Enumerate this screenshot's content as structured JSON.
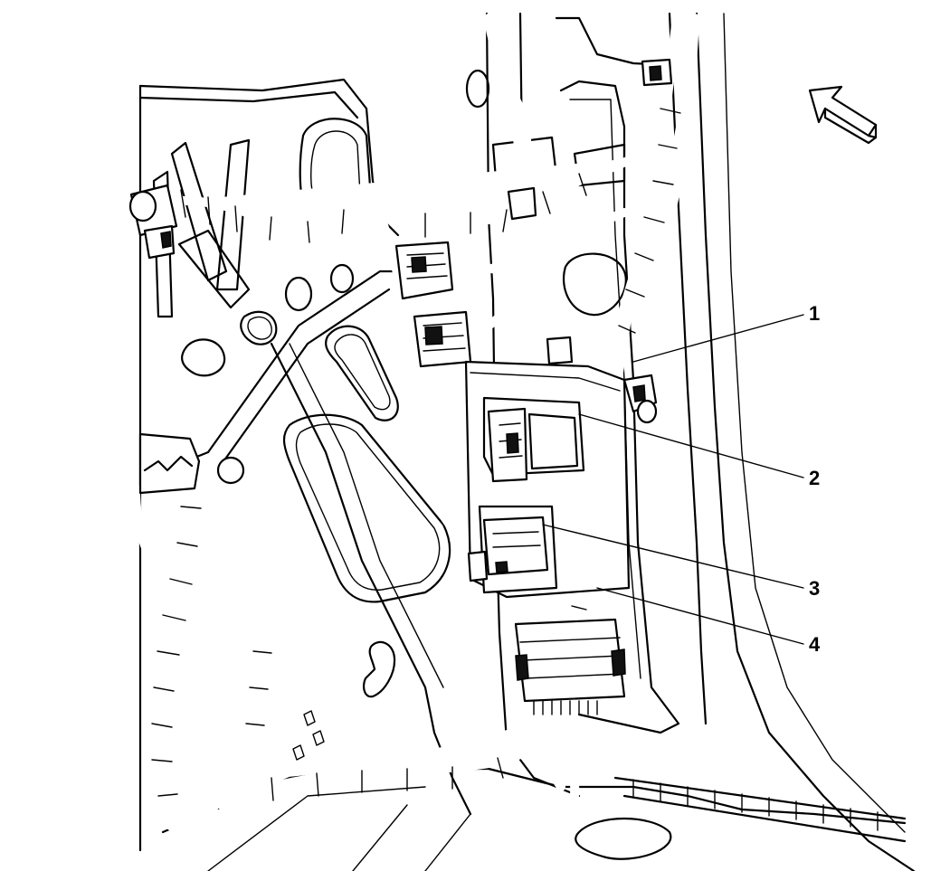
{
  "diagram": {
    "callouts": [
      {
        "id": "1",
        "label": "1"
      },
      {
        "id": "2",
        "label": "2"
      },
      {
        "id": "3",
        "label": "3"
      },
      {
        "id": "4",
        "label": "4"
      }
    ],
    "colors": {
      "ink": "#000000",
      "background": "#ffffff"
    },
    "icons": [
      "direction-arrow-icon"
    ]
  }
}
